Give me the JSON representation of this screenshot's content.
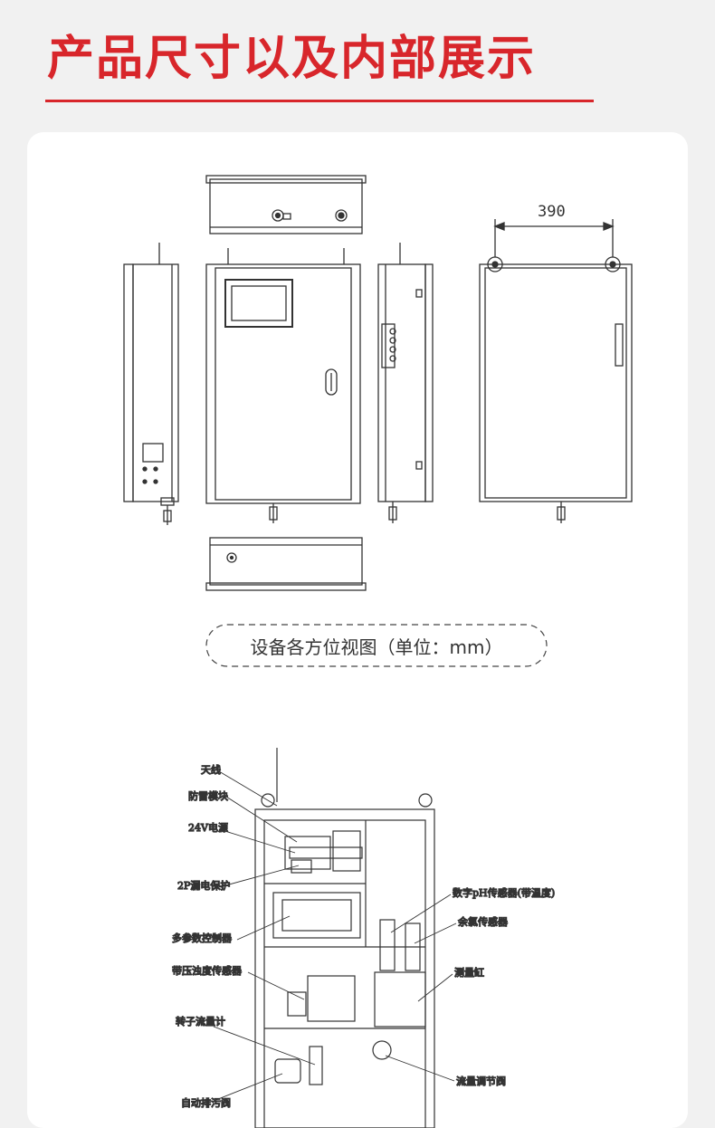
{
  "header": {
    "title": "产品尺寸以及内部展示"
  },
  "views": {
    "dimension": "390",
    "caption": "设备各方位视图（单位：mm）"
  },
  "internal": {
    "labels": {
      "antenna": "天线",
      "lightning": "防雷模块",
      "power24v": "24V电源",
      "leakage": "2P漏电保护",
      "controller": "多参数控制器",
      "turbidity": "带压浊度传感器",
      "flowmeter": "转子流量计",
      "drain": "自动排污阀",
      "ph": "数字pH传感器(带温度)",
      "chlorine": "余氯传感器",
      "cylinder": "测量缸",
      "valve": "流量调节阀"
    }
  }
}
